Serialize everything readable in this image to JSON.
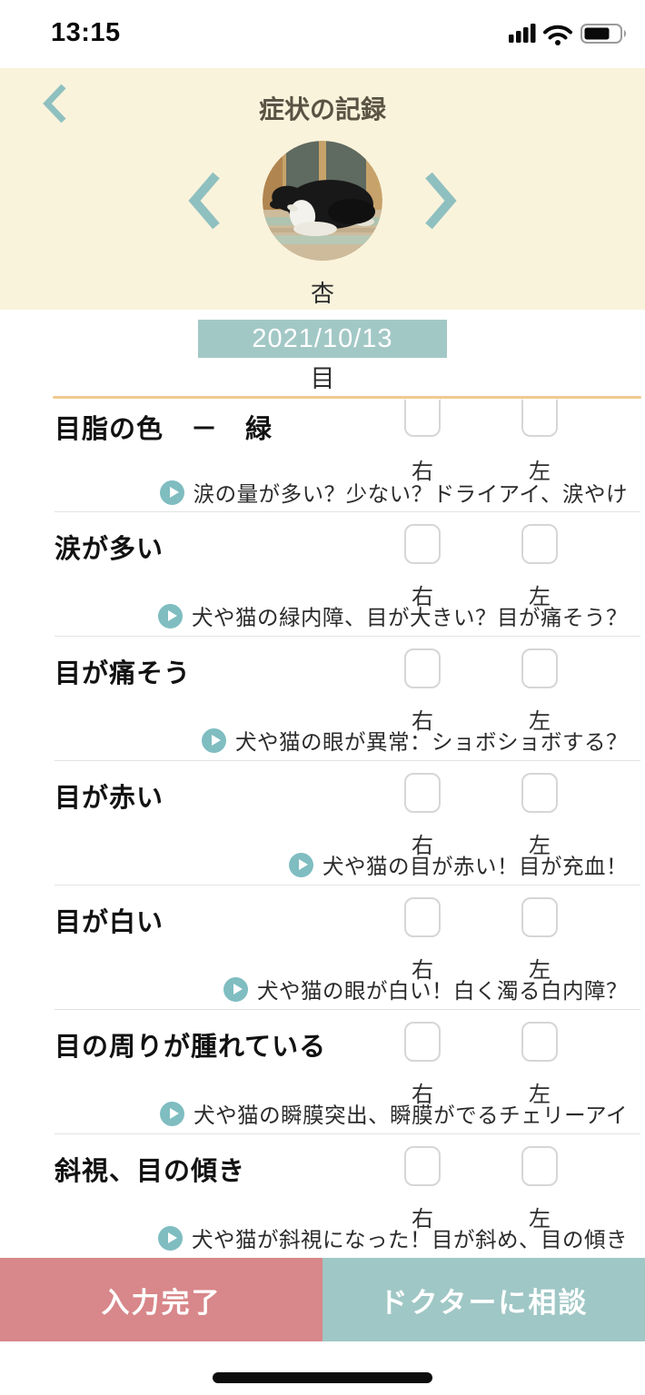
{
  "status_bar": {
    "time": "13:15"
  },
  "header": {
    "title": "症状の記録",
    "pet_name": "杏"
  },
  "record": {
    "date": "2021/10/13",
    "section_title": "目"
  },
  "checkbox_labels": {
    "right": "右",
    "left": "左"
  },
  "symptoms": [
    {
      "label": "目脂の色　－　緑",
      "link": "涙の量が多い？少ない？ドライアイ、涙やけ"
    },
    {
      "label": "涙が多い",
      "link": "犬や猫の緑内障、目が大きい？目が痛そう？"
    },
    {
      "label": "目が痛そう",
      "link": "犬や猫の眼が異常：ショボショボする？"
    },
    {
      "label": "目が赤い",
      "link": "犬や猫の目が赤い！目が充血！"
    },
    {
      "label": "目が白い",
      "link": "犬や猫の眼が白い！白く濁る白内障？"
    },
    {
      "label": "目の周りが腫れている",
      "link": "犬や猫の瞬膜突出、瞬膜がでるチェリーアイ"
    },
    {
      "label": "斜視、目の傾き",
      "link": "犬や猫が斜視になった！目が斜め、目の傾き"
    }
  ],
  "footer": {
    "complete_label": "入力完了",
    "doctor_label": "ドクターに相談"
  },
  "colors": {
    "cream_header": "#faf3dc",
    "teal_accent": "#9fc7c5",
    "teal_badge": "#a2c8c6",
    "teal_play_icon": "#7fbdc1",
    "salmon_button": "#d8878a",
    "orange_divider": "#f0ca90",
    "row_separator": "#e3e3e3",
    "checkbox_border": "#d6d6d6",
    "header_text": "#5a5243"
  }
}
